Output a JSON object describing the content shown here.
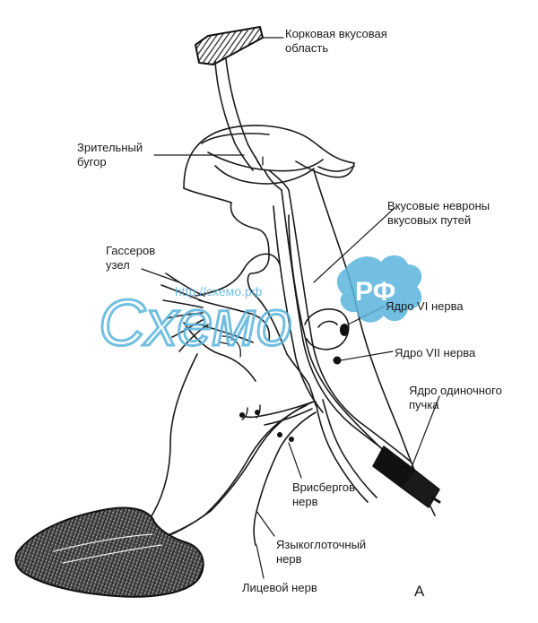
{
  "labels": {
    "cortex": [
      "Корковая вкусовая",
      "область"
    ],
    "thalamus": [
      "Зрительный",
      "бугор"
    ],
    "taste_neurons": [
      "Вкусовые невроны",
      "вкусовых путей"
    ],
    "gasser": [
      "Гассеров",
      "узел"
    ],
    "nucleus_vi": "Ядро VI нерва",
    "nucleus_vii": "Ядро VII нерва",
    "solitary": [
      "Ядро одиночного",
      "пучка"
    ],
    "wrisberg": [
      "Врисбергов",
      "нерв"
    ],
    "glossopharyngeal": [
      "Языкоглоточный",
      "нерв"
    ],
    "facial": "Лицевой нерв",
    "panel_letter": "A"
  },
  "watermark": {
    "url": "http://схемо.рф",
    "brand": "Схемо",
    "badge": "РФ",
    "color": "#5ab4dc"
  },
  "colors": {
    "ink": "#1a1a1a",
    "watermark": "#5ab4dc"
  }
}
